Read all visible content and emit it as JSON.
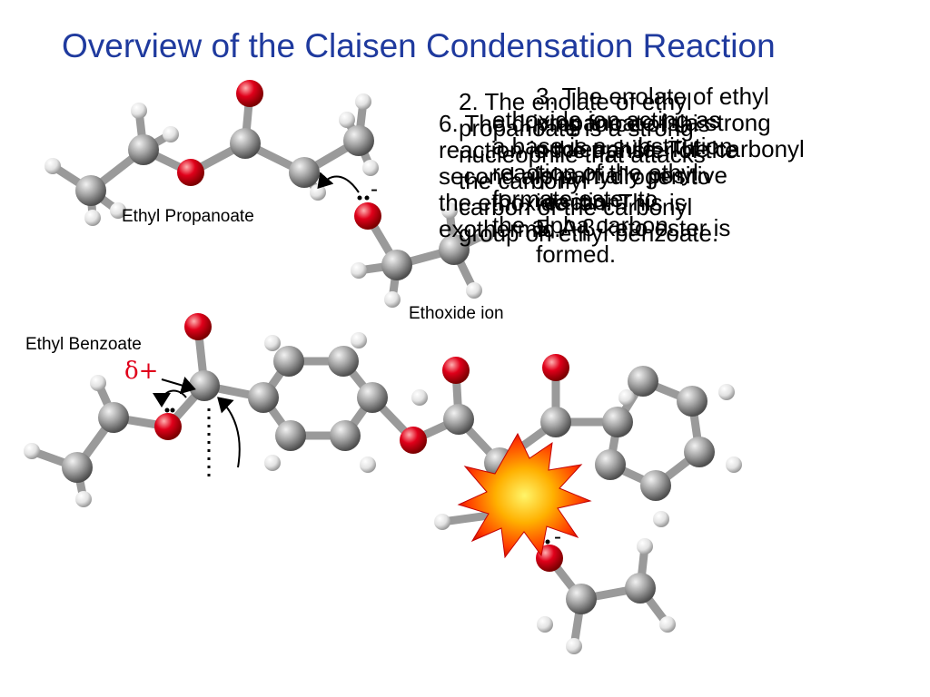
{
  "slide": {
    "title": "Overview of the Claisen Condensation Reaction",
    "labels": {
      "ethyl_propanoate": "Ethyl Propanoate",
      "ethoxide_ion": "Ethoxide ion",
      "ethyl_benzoate": "Ethyl Benzoate"
    },
    "partial_charge": "δ+",
    "negative_charge": "-",
    "steps": {
      "step2": "2. The enolate of ethyl\npropanoate is a strong\nnucleophile that attacks\nthe carbonyl\ncarbon of the carbonyl\ngroup on ethyl benzoate.",
      "step3": "3. The enolate of ethyl\npropanoate is a strong\nnucleophile. The carbonyl\nis partially positive\nreaction.\n5. A β-keto ester is\nformed.",
      "step6": "6. The driving force of this\nreaction is the transfer of the\nsecond alpha hydrogen to\nthe ethoxide ion. This is\nexothermic.",
      "step_overlay": "ethoxide ion acting as\na base is a substitution\nreaction of the ethyl\nformate ester to\nthe alpha carbon."
    },
    "colors": {
      "title": "#1f3a9e",
      "oxygen": "#e0001a",
      "carbon": "#8a8a8a",
      "hydrogen": "#d8d8d8",
      "delta_plus": "#e0001a"
    }
  }
}
